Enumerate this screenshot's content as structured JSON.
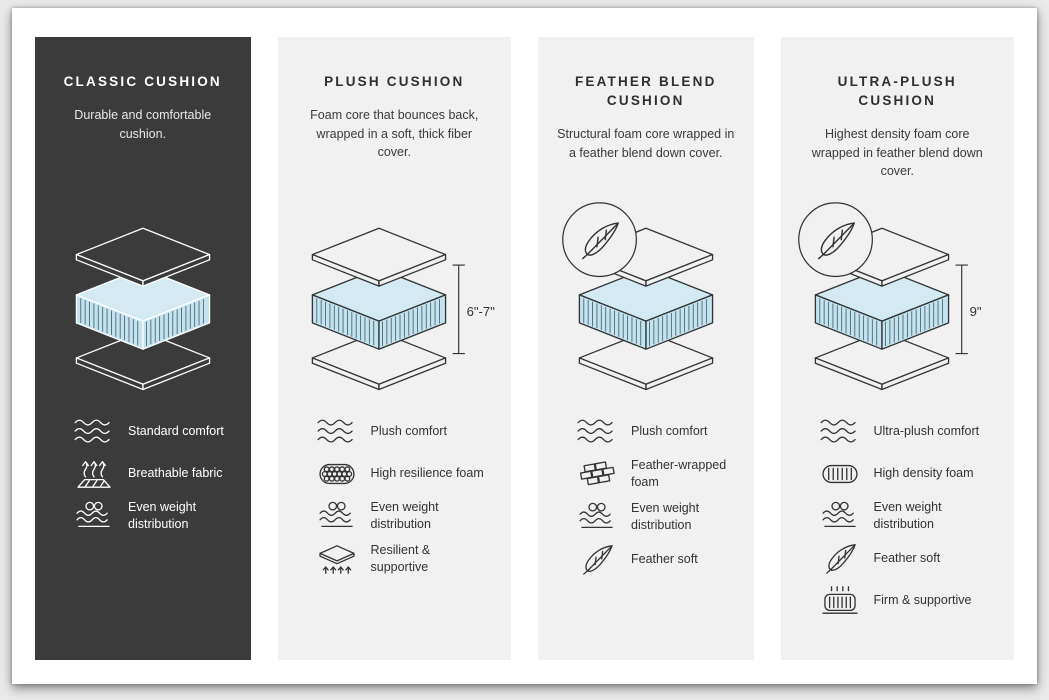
{
  "colors": {
    "dark_bg": "#3b3b3b",
    "light_bg": "#f1f1f1",
    "foam_top": "#d3eaf2",
    "foam_side": "#c3e3ee",
    "hatch": "#4a6672"
  },
  "columns": [
    {
      "id": "classic-cushion",
      "title": "CLASSIC CUSHION",
      "description": "Durable and comfortable cushion.",
      "theme": "dark",
      "feather_badge": false,
      "measurement": "",
      "features": [
        {
          "icon": "waves-icon",
          "label": "Standard comfort"
        },
        {
          "icon": "breathable-icon",
          "label": "Breathable fabric"
        },
        {
          "icon": "weight-icon",
          "label": "Even weight distribution"
        }
      ]
    },
    {
      "id": "plush-cushion",
      "title": "PLUSH CUSHION",
      "description": "Foam core that bounces back, wrapped in a soft, thick fiber cover.",
      "theme": "light",
      "feather_badge": false,
      "measurement": "6\"-7\"",
      "features": [
        {
          "icon": "waves-icon",
          "label": "Plush comfort"
        },
        {
          "icon": "bubbles-icon",
          "label": "High resilience foam"
        },
        {
          "icon": "weight-icon",
          "label": "Even weight distribution"
        },
        {
          "icon": "resilient-icon",
          "label": "Resilient & supportive"
        }
      ]
    },
    {
      "id": "feather-blend-cushion",
      "title": "FEATHER BLEND CUSHION",
      "description": "Structural foam core wrapped in a feather blend down cover.",
      "theme": "light",
      "feather_badge": true,
      "measurement": "",
      "features": [
        {
          "icon": "waves-icon",
          "label": "Plush comfort"
        },
        {
          "icon": "foam-blocks-icon",
          "label": "Feather-wrapped foam"
        },
        {
          "icon": "weight-icon",
          "label": "Even weight distribution"
        },
        {
          "icon": "feather-icon",
          "label": "Feather soft"
        }
      ]
    },
    {
      "id": "ultra-plush-cushion",
      "title": "ULTRA-PLUSH CUSHION",
      "description": "Highest density foam core wrapped in feather blend down cover.",
      "theme": "light",
      "feather_badge": true,
      "measurement": "9\"",
      "features": [
        {
          "icon": "waves-icon",
          "label": "Ultra-plush comfort"
        },
        {
          "icon": "dense-foam-icon",
          "label": "High density foam"
        },
        {
          "icon": "weight-icon",
          "label": "Even weight distribution"
        },
        {
          "icon": "feather-icon",
          "label": "Feather soft"
        },
        {
          "icon": "firm-icon",
          "label": "Firm & supportive"
        }
      ]
    }
  ]
}
